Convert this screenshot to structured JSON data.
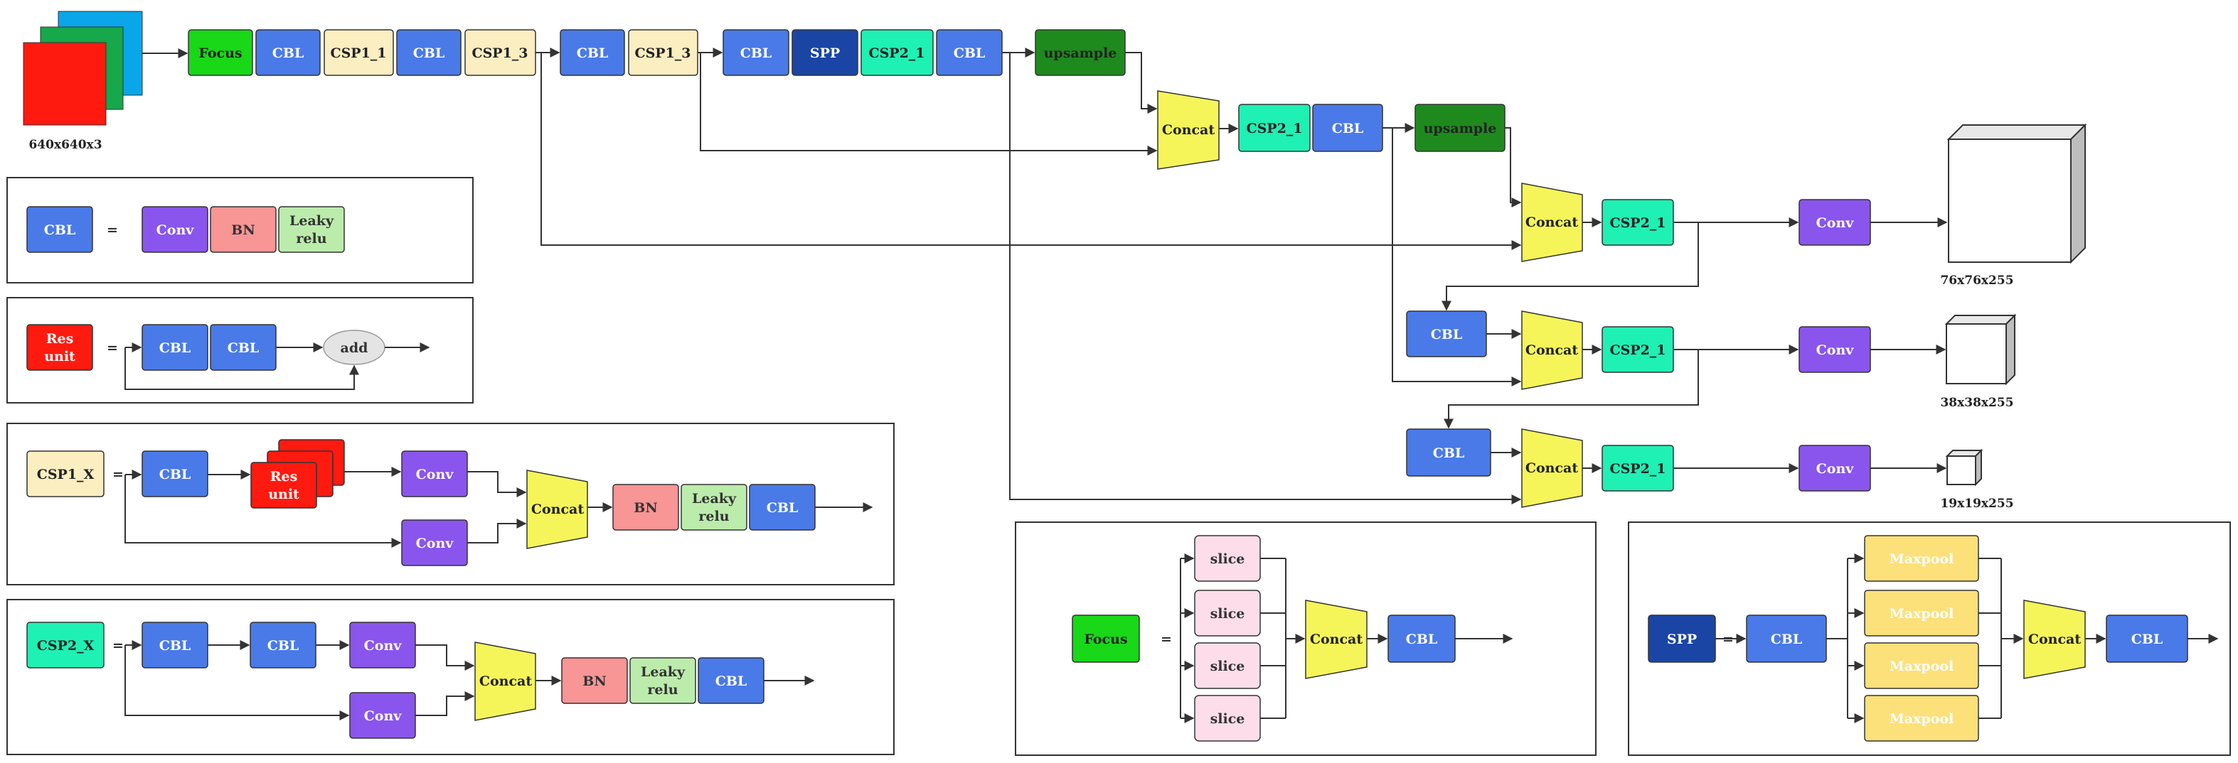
{
  "colors": {
    "cbl": "#4a7ae8",
    "csp1": "#fbeec0",
    "csp2": "#1ff0b4",
    "focus": "#18d818",
    "spp": "#1a45a5",
    "upsample": "#1e8a1e",
    "concat": "#f5f55a",
    "conv": "#8a55ec",
    "bn": "#f89595",
    "leaky": "#bcecac",
    "res": "#ff1a10",
    "slice": "#fdddea",
    "maxpool": "#fce07a",
    "add": "#e4e4e4"
  },
  "input_image": {
    "caption": "640x640x3"
  },
  "backbone": {
    "focus": "Focus",
    "cbl": "CBL",
    "csp1_1": "CSP1_1",
    "csp1_3": "CSP1_3",
    "spp": "SPP",
    "csp2_1": "CSP2_1",
    "upsample": "upsample",
    "concat": "Concat"
  },
  "outputs": {
    "large": "76x76x255",
    "medium": "38x38x255",
    "small": "19x19x255",
    "conv": "Conv"
  },
  "legend": {
    "equals": "=",
    "cbl": {
      "name": "CBL",
      "conv": "Conv",
      "bn": "BN",
      "leaky_line1": "Leaky",
      "leaky_line2": "relu"
    },
    "res_unit": {
      "name_line1": "Res",
      "name_line2": "unit",
      "cbl": "CBL",
      "add": "add"
    },
    "csp1_x": {
      "name": "CSP1_X",
      "cbl": "CBL",
      "res_line1": "Res",
      "res_line2": "unit",
      "conv": "Conv",
      "concat": "Concat",
      "bn": "BN",
      "leaky_line1": "Leaky",
      "leaky_line2": "relu"
    },
    "csp2_x": {
      "name": "CSP2_X",
      "cbl": "CBL",
      "conv": "Conv",
      "concat": "Concat",
      "bn": "BN",
      "leaky_line1": "Leaky",
      "leaky_line2": "relu"
    },
    "focus": {
      "name": "Focus",
      "slice": "slice",
      "concat": "Concat",
      "cbl": "CBL"
    },
    "spp": {
      "name": "SPP",
      "cbl": "CBL",
      "maxpool": "Maxpool",
      "concat": "Concat"
    }
  }
}
